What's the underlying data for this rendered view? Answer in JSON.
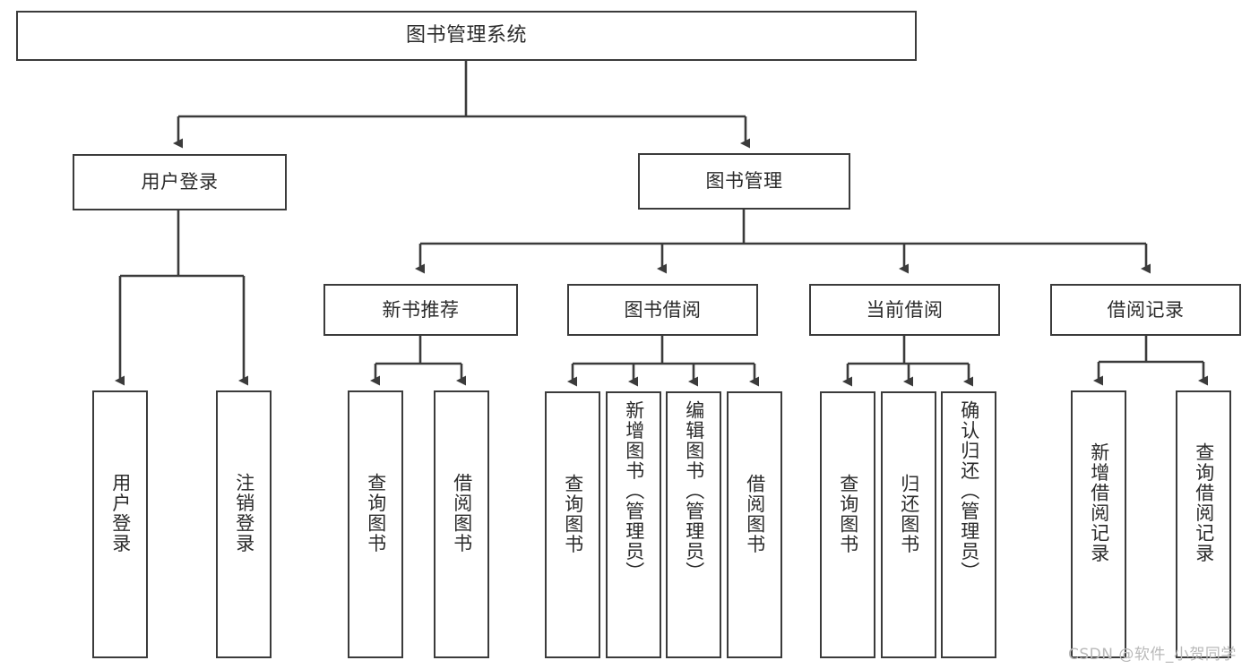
{
  "diagram": {
    "type": "tree-hierarchy",
    "title": "图书管理系统",
    "watermark": "CSDN @软件_小贺同学",
    "colors": {
      "line": "#3b3b3b",
      "box_border": "#3b3b3b",
      "box_fill": "#ffffff",
      "text": "#2b2b2b",
      "watermark": "#b9b9b9",
      "background": "#ffffff"
    },
    "nodes": {
      "root": {
        "label": "图书管理系统"
      },
      "level1": [
        {
          "id": "user-login",
          "label": "用户登录"
        },
        {
          "id": "book-manage",
          "label": "图书管理"
        }
      ],
      "level2": [
        {
          "id": "new-book-rec",
          "label": "新书推荐"
        },
        {
          "id": "book-borrow",
          "label": "图书借阅"
        },
        {
          "id": "current-borrow",
          "label": "当前借阅"
        },
        {
          "id": "borrow-record",
          "label": "借阅记录"
        }
      ],
      "leaves": [
        {
          "id": "leaf-user-login",
          "label": "用户登录",
          "parent": "user-login"
        },
        {
          "id": "leaf-logout-login",
          "label": "注销登录",
          "parent": "user-login"
        },
        {
          "id": "leaf-query-book-1",
          "label": "查询图书",
          "parent": "new-book-rec"
        },
        {
          "id": "leaf-borrow-book-1",
          "label": "借阅图书",
          "parent": "new-book-rec"
        },
        {
          "id": "leaf-query-book-2",
          "label": "查询图书",
          "parent": "book-borrow"
        },
        {
          "id": "leaf-add-book",
          "label": "新增图书（管理员）",
          "parent": "book-borrow"
        },
        {
          "id": "leaf-edit-book",
          "label": "编辑图书（管理员）",
          "parent": "book-borrow"
        },
        {
          "id": "leaf-borrow-book-2",
          "label": "借阅图书",
          "parent": "book-borrow"
        },
        {
          "id": "leaf-query-book-3",
          "label": "查询图书",
          "parent": "current-borrow"
        },
        {
          "id": "leaf-return-book",
          "label": "归还图书",
          "parent": "current-borrow"
        },
        {
          "id": "leaf-confirm-return",
          "label": "确认归还（管理员）",
          "parent": "current-borrow"
        },
        {
          "id": "leaf-add-record",
          "label": "新增借阅记录",
          "parent": "borrow-record"
        },
        {
          "id": "leaf-query-record",
          "label": "查询借阅记录",
          "parent": "borrow-record"
        }
      ]
    }
  }
}
